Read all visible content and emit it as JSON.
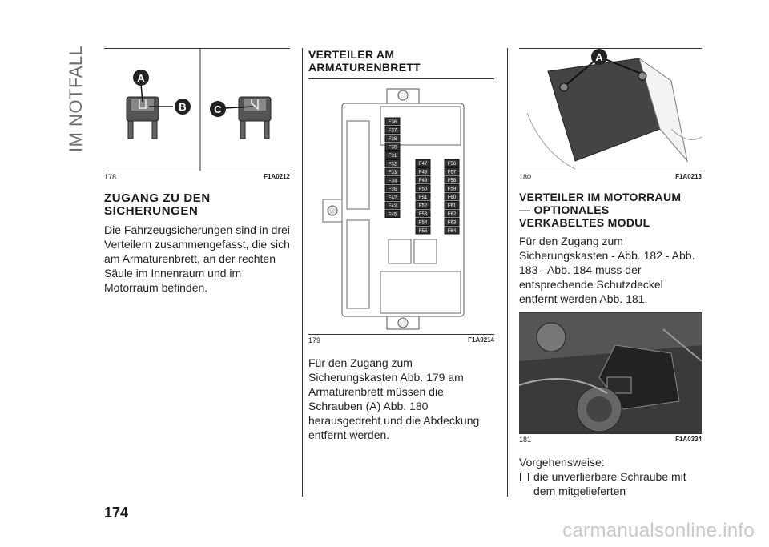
{
  "side_title": "IM NOTFALL",
  "page_number": "174",
  "watermark": "carmanualsonline.info",
  "col1": {
    "figure": {
      "number": "178",
      "code": "F1A0212",
      "labels": {
        "a": "A",
        "b": "B",
        "c": "C"
      }
    },
    "heading": "ZUGANG ZU DEN SICHERUNGEN",
    "paragraph": "Die Fahrzeugsicherungen sind in drei Verteilern zusammengefasst, die sich am Armaturenbrett, an der rechten Säule im Innenraum und im Motorraum befinden."
  },
  "col2": {
    "heading": "VERTEILER AM ARMATURENBRETT",
    "figure": {
      "number": "179",
      "code": "F1A0214",
      "fuse_col1": [
        "F36",
        "F37",
        "F38",
        "F39",
        "F31",
        "F32",
        "F33",
        "F34",
        "F35",
        "F42",
        "F43",
        "F45"
      ],
      "fuse_col2": [
        "F47",
        "F48",
        "F49",
        "F50",
        "F51",
        "F52",
        "F53",
        "F54",
        "F55"
      ],
      "fuse_col3": [
        "F56",
        "F57",
        "F58",
        "F59",
        "F60",
        "F61",
        "F62",
        "F63",
        "F64"
      ]
    },
    "paragraph": "Für den Zugang zum Sicherungskasten Abb. 179 am Armaturenbrett müssen die Schrauben (A) Abb. 180 herausgedreht und die Abdeckung entfernt werden."
  },
  "col3": {
    "figure1": {
      "number": "180",
      "code": "F1A0213",
      "label": "A"
    },
    "heading": "VERTEILER IM MOTORRAUM — OPTIONALES VERKABELTES MODUL",
    "paragraph": "Für den Zugang zum Sicherungskasten - Abb. 182 - Abb. 183 - Abb. 184 muss der entsprechende Schutzdeckel entfernt werden Abb. 181.",
    "figure2": {
      "number": "181",
      "code": "F1A0334"
    },
    "procedure_label": "Vorgehensweise:",
    "bullet": "die unverlierbare Schraube mit dem mitgelieferten"
  }
}
